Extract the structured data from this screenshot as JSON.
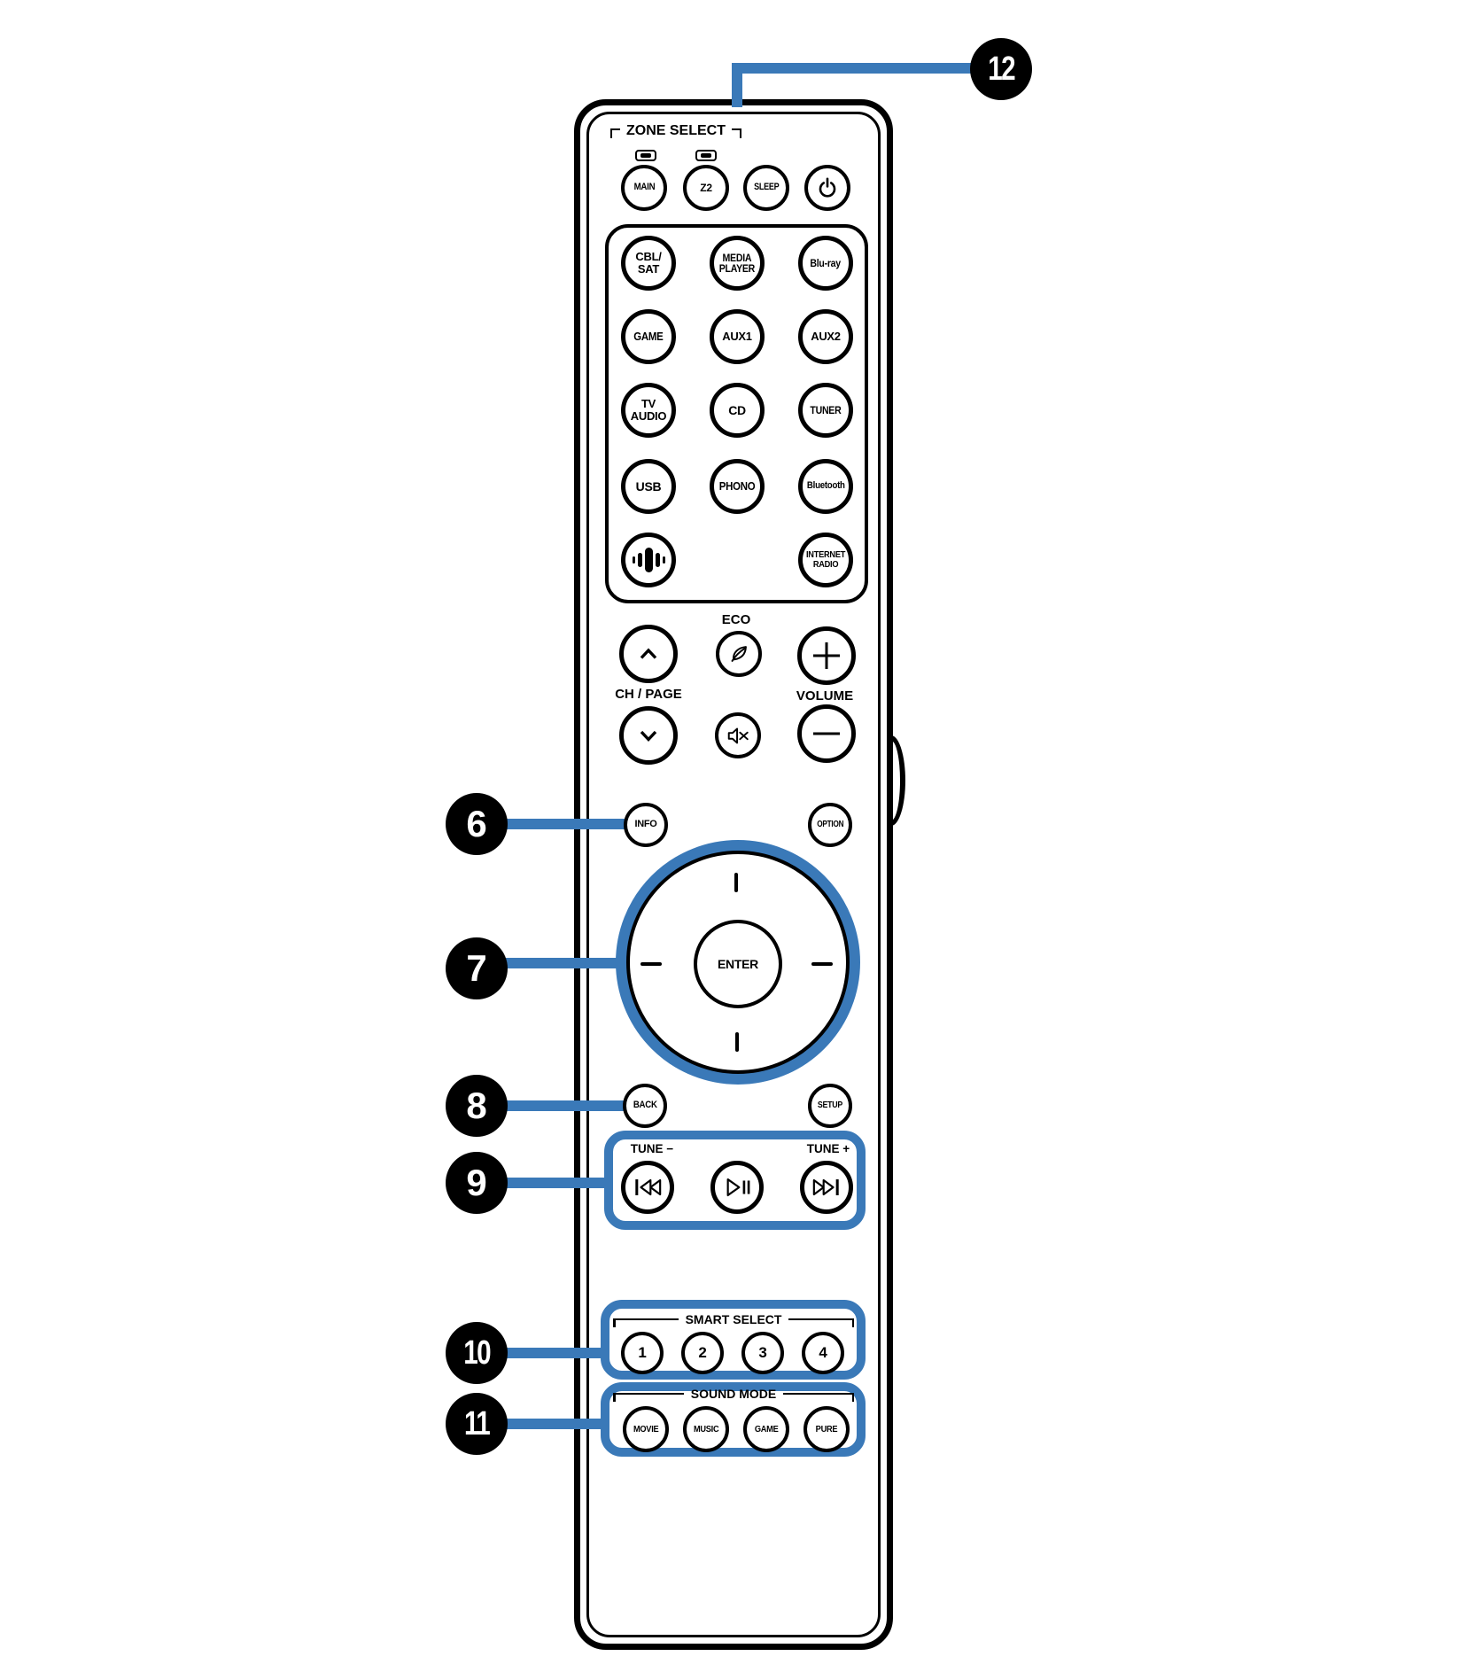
{
  "colors": {
    "accent_blue": "#3A79B8",
    "outline_black": "#000000",
    "background": "#FFFFFF"
  },
  "callouts": {
    "n6": "6",
    "n7": "7",
    "n8": "8",
    "n9": "9",
    "n10": "10",
    "n11": "11",
    "n12": "12"
  },
  "remote": {
    "zone_select": {
      "label": "ZONE SELECT",
      "main": "MAIN",
      "z2": "Z2",
      "sleep": "SLEEP"
    },
    "source_buttons": {
      "cbl_sat": "CBL/\nSAT",
      "media_player": "MEDIA\nPLAYER",
      "bluray": "Blu-ray",
      "game": "GAME",
      "aux1": "AUX1",
      "aux2": "AUX2",
      "tv_audio": "TV\nAUDIO",
      "cd": "CD",
      "tuner": "TUNER",
      "usb": "USB",
      "phono": "PHONO",
      "bluetooth": "Bluetooth",
      "internet_radio": "INTERNET\nRADIO"
    },
    "center_controls": {
      "eco_label": "ECO",
      "ch_page_label": "CH / PAGE",
      "volume_label": "VOLUME"
    },
    "menu": {
      "info": "INFO",
      "option": "OPTION",
      "enter": "ENTER",
      "back": "BACK",
      "setup": "SETUP"
    },
    "tune": {
      "minus_label": "TUNE −",
      "plus_label": "TUNE +"
    },
    "smart_select": {
      "label": "SMART SELECT",
      "buttons": [
        "1",
        "2",
        "3",
        "4"
      ]
    },
    "sound_mode": {
      "label": "SOUND MODE",
      "buttons": [
        "MOVIE",
        "MUSIC",
        "GAME",
        "PURE"
      ]
    }
  },
  "icons": {
    "power": "power-icon",
    "eco": "eco-leaf-icon",
    "mute": "mute-speaker-icon",
    "heos": "heos-sound-icon",
    "channel_up": "chevron-up-icon",
    "channel_down": "chevron-down-icon",
    "volume_up": "plus-icon",
    "volume_down": "minus-icon",
    "skip_back": "skip-back-icon",
    "play_pause": "play-pause-icon",
    "skip_forward": "skip-forward-icon"
  }
}
